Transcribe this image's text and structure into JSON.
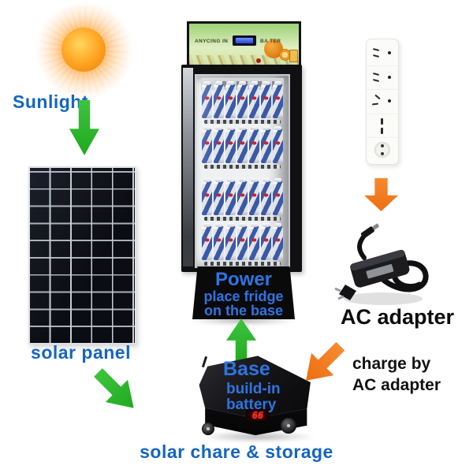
{
  "labels": {
    "sunlight": "Sunlight",
    "solar_panel": "solar panel",
    "power_title": "Power",
    "power_line1": "place fridge",
    "power_line2": "on the base",
    "base_title": "Base",
    "base_line1": "build-in",
    "base_line2": "battery",
    "bottom_caption": "solar chare & storage",
    "ac_adapter": "AC adapter",
    "charge_line1": "charge by",
    "charge_line2": "AC adapter"
  },
  "banner": {
    "left_text": "ANYCING IN",
    "right_text": "BA TER"
  },
  "fridge": {
    "shelf_rows": 4,
    "cans_per_row": 7
  },
  "base": {
    "led_value": "66"
  },
  "power_strip": {
    "sockets": [
      "flat-pair",
      "flat-pair",
      "angled-pair",
      "vertical-pair",
      "round"
    ]
  },
  "colors": {
    "label_blue": "#1565c0",
    "overlay_blue": "#2f74e0",
    "arrow_green": "#2eb82e",
    "arrow_orange": "#f47b20",
    "led_red": "#ff2d23",
    "black_text": "#111111"
  }
}
